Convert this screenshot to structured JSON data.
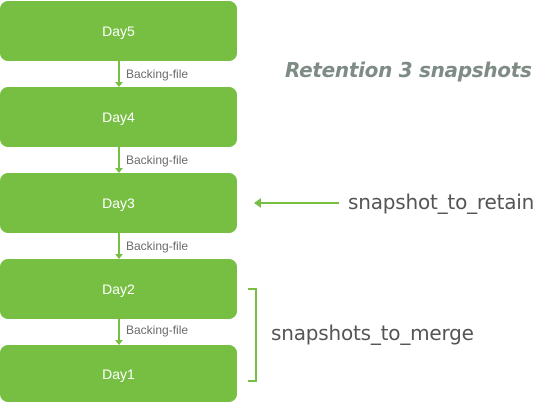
{
  "diagram": {
    "title": "Retention 3 snapshots",
    "days": [
      {
        "label": "Day5"
      },
      {
        "label": "Day4"
      },
      {
        "label": "Day3"
      },
      {
        "label": "Day2"
      },
      {
        "label": "Day1"
      }
    ],
    "connectors": [
      {
        "label": "Backing-file"
      },
      {
        "label": "Backing-file"
      },
      {
        "label": "Backing-file"
      },
      {
        "label": "Backing-file"
      }
    ],
    "retain_label": "snapshot_to_retain",
    "merge_label": "snapshots_to_merge"
  },
  "colors": {
    "box": "#77bf43",
    "box_text": "#ffffff",
    "connector_text": "#6b6b6b",
    "title": "#7f8c86",
    "annotation_text": "#555555"
  }
}
